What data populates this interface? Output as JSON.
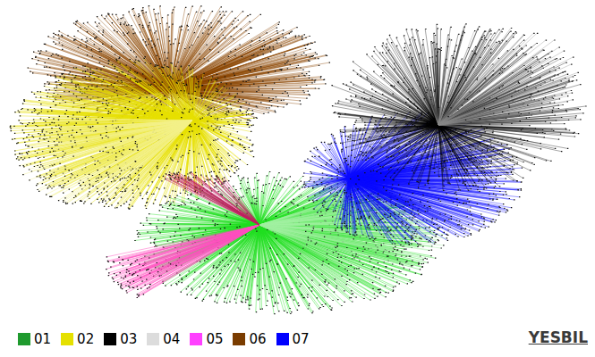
{
  "diagram": {
    "labels": [
      "YESBIL"
    ],
    "legend": [
      {
        "text": "01",
        "color": "#1f9a2e"
      },
      {
        "text": "02",
        "color": "#e5e000"
      },
      {
        "text": "03",
        "color": "#000000"
      },
      {
        "text": "04",
        "color": "#dcdcdc"
      },
      {
        "text": "05",
        "color": "#ff40ff"
      },
      {
        "text": "06",
        "color": "#7a3c00"
      },
      {
        "text": "07",
        "color": "#0000ff"
      }
    ]
  }
}
